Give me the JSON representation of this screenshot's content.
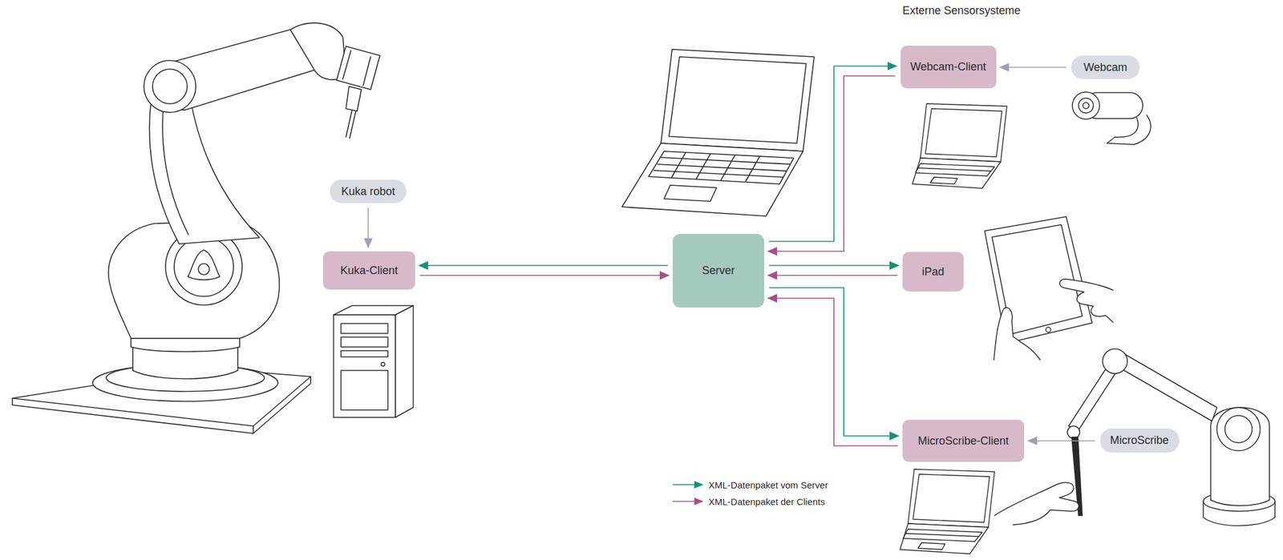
{
  "diagram": {
    "nodes": [
      {
        "text": [
          "Kuka robot"
        ]
      },
      {
        "text": [
          "Kuka-Client"
        ]
      },
      {
        "text": [
          "Server"
        ]
      },
      {
        "text": [
          "Webcam-Client"
        ]
      },
      {
        "text": [
          "Webcam"
        ]
      },
      {
        "text": [
          "iPad"
        ]
      },
      {
        "text": [
          "MicroScribe-Client"
        ]
      },
      {
        "text": [
          "MicroScribe"
        ]
      }
    ],
    "edges": [
      {
        "from": 0,
        "to": 1,
        "arrow": "to"
      },
      {
        "from": 2,
        "to": 1,
        "arrow": "to"
      },
      {
        "from": 1,
        "to": 2,
        "arrow": "to"
      },
      {
        "from": 2,
        "to": 3,
        "arrow": "to"
      },
      {
        "from": 3,
        "to": 2,
        "arrow": "to"
      },
      {
        "from": 4,
        "to": 3,
        "arrow": "to"
      },
      {
        "from": 2,
        "to": 5,
        "arrow": "to"
      },
      {
        "from": 5,
        "to": 2,
        "arrow": "to"
      },
      {
        "from": 2,
        "to": 6,
        "arrow": "to"
      },
      {
        "from": 6,
        "to": 2,
        "arrow": "to"
      },
      {
        "from": 7,
        "to": 6,
        "arrow": "to"
      }
    ],
    "labels": [
      "Externe Sensorsysteme"
    ],
    "legend": [
      {
        "text": "XML-Datenpaket vom Server"
      },
      {
        "text": "XML-Datenpaket der Clients"
      }
    ]
  }
}
